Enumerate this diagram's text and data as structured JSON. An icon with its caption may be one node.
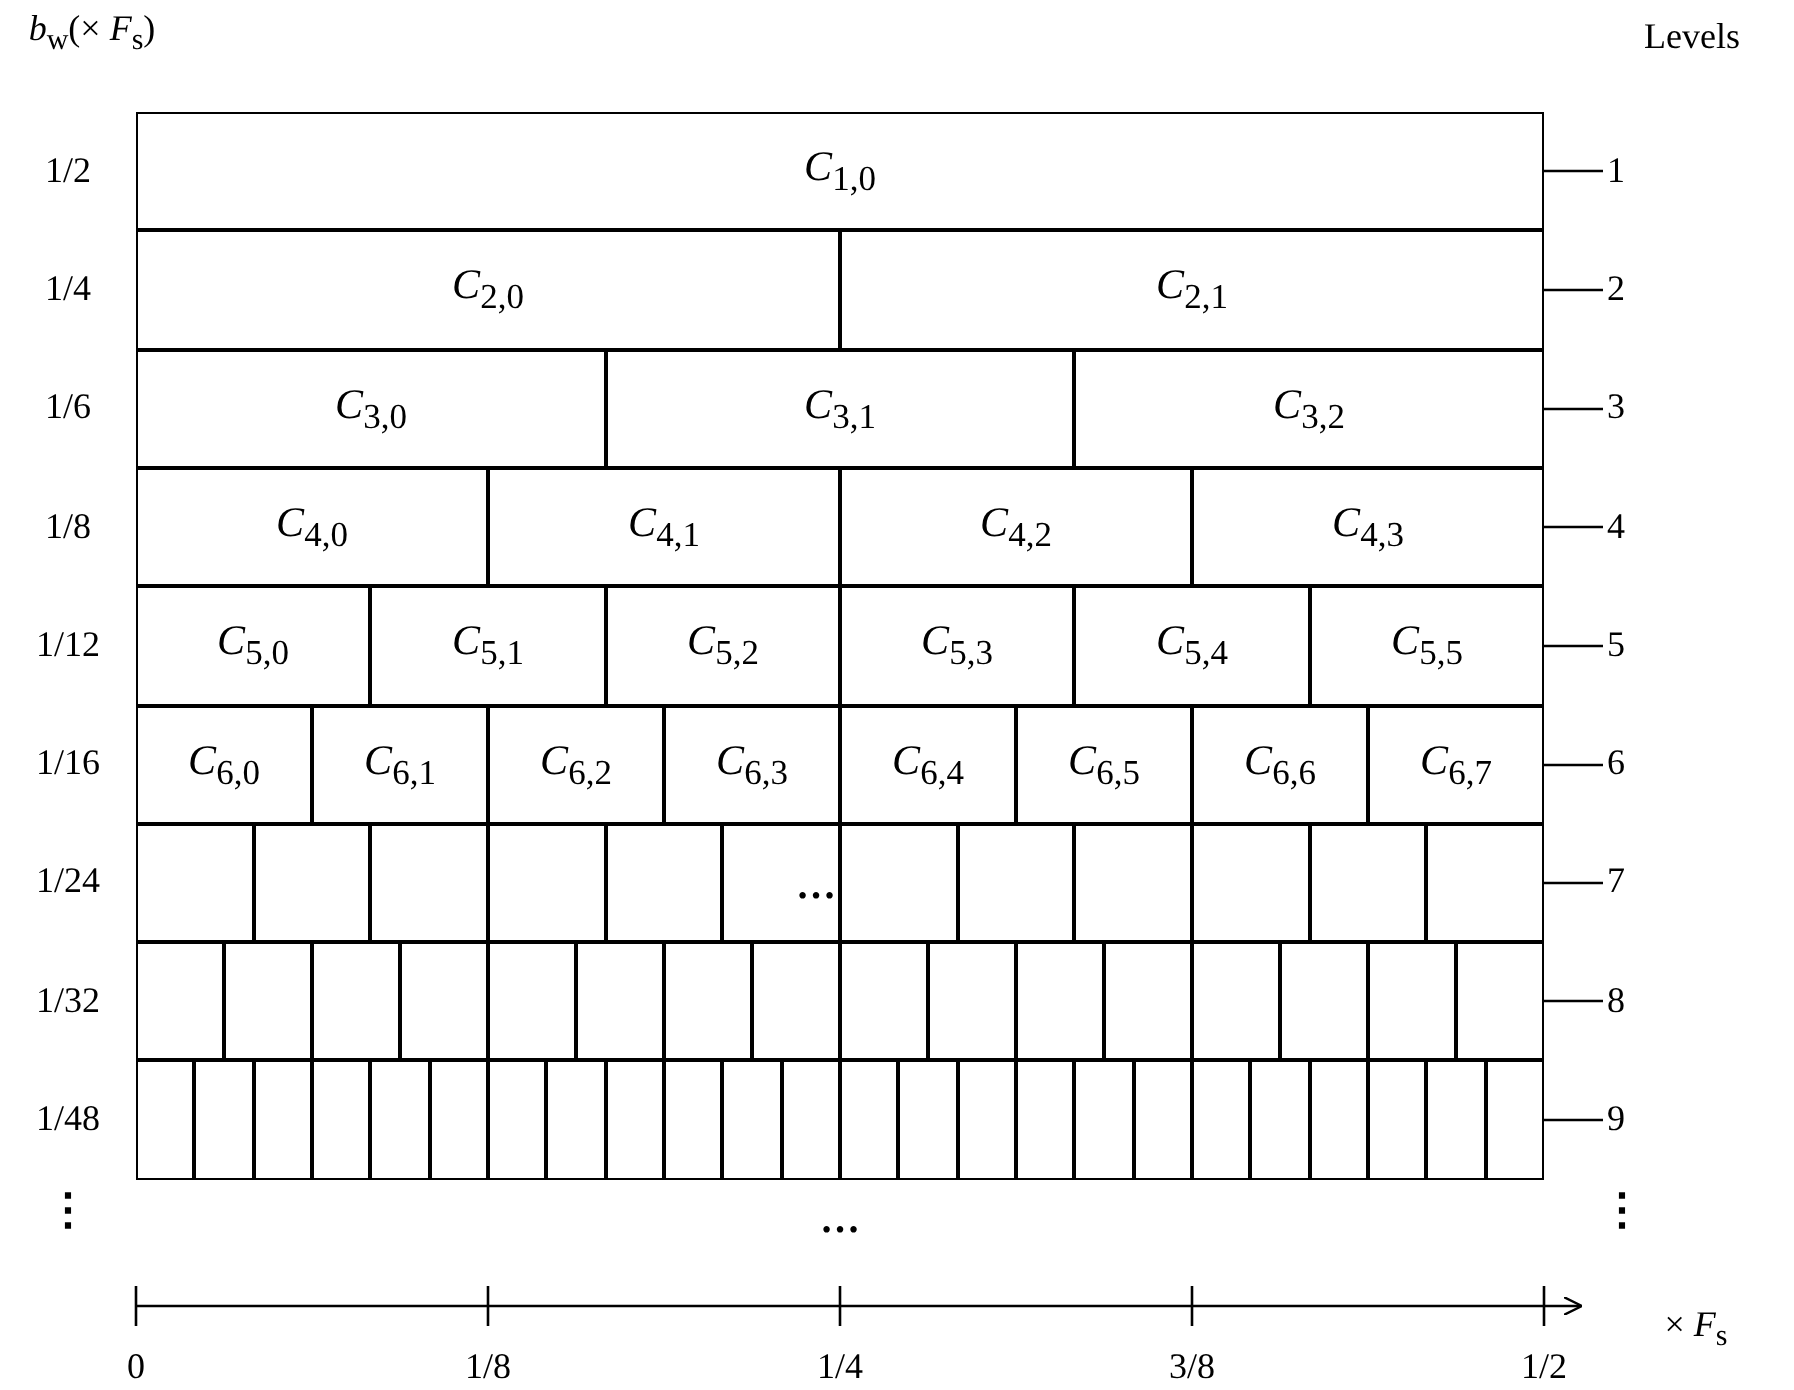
{
  "diagram": {
    "nodes": [
      {
        "text": [
          "*C*$_{1,0}$"
        ]
      },
      {
        "text": [
          "*C*$_{2,0}$"
        ]
      },
      {
        "text": [
          "*C*$_{2,1}$"
        ]
      },
      {
        "text": [
          "*C*$_{3,0}$"
        ]
      },
      {
        "text": [
          "*C*$_{3,1}$"
        ]
      },
      {
        "text": [
          "*C*$_{3,2}$"
        ]
      },
      {
        "text": [
          "*C*$_{4,0}$"
        ]
      },
      {
        "text": [
          "*C*$_{4,1}$"
        ]
      },
      {
        "text": [
          "*C*$_{4,2}$"
        ]
      },
      {
        "text": [
          "*C*$_{4,3}$"
        ]
      },
      {
        "text": [
          "*C*$_{5,0}$"
        ]
      },
      {
        "text": [
          "*C*$_{5,1}$"
        ]
      },
      {
        "text": [
          "*C*$_{5,2}$"
        ]
      },
      {
        "text": [
          "*C*$_{5,3}$"
        ]
      },
      {
        "text": [
          "*C*$_{5,4}$"
        ]
      },
      {
        "text": [
          "*C*$_{5,5}$"
        ]
      },
      {
        "text": [
          "*C*$_{6,0}$"
        ]
      },
      {
        "text": [
          "*C*$_{6,1}$"
        ]
      },
      {
        "text": [
          "*C*$_{6,2}$"
        ]
      },
      {
        "text": [
          "*C*$_{6,3}$"
        ]
      },
      {
        "text": [
          "*C*$_{6,4}$"
        ]
      },
      {
        "text": [
          "*C*$_{6,5}$"
        ]
      },
      {
        "text": [
          "*C*$_{6,6}$"
        ]
      },
      {
        "text": [
          "*C*$_{6,7}$"
        ]
      },
      {
        "text": [],
        "shape": "box"
      },
      {
        "text": [],
        "shape": "box"
      },
      {
        "text": [],
        "shape": "box"
      },
      {
        "text": [],
        "shape": "box"
      },
      {
        "text": [],
        "shape": "box"
      },
      {
        "text": [],
        "shape": "box"
      },
      {
        "text": [],
        "shape": "box"
      },
      {
        "text": [],
        "shape": "box"
      },
      {
        "text": [],
        "shape": "box"
      },
      {
        "text": [],
        "shape": "box"
      },
      {
        "text": [],
        "shape": "box"
      },
      {
        "text": [],
        "shape": "box"
      },
      {
        "text": [],
        "shape": "box"
      },
      {
        "text": [],
        "shape": "box"
      },
      {
        "text": [],
        "shape": "box"
      },
      {
        "text": [],
        "shape": "box"
      },
      {
        "text": [],
        "shape": "box"
      },
      {
        "text": [],
        "shape": "box"
      },
      {
        "text": [],
        "shape": "box"
      },
      {
        "text": [],
        "shape": "box"
      },
      {
        "text": [],
        "shape": "box"
      },
      {
        "text": [],
        "shape": "box"
      },
      {
        "text": [],
        "shape": "box"
      },
      {
        "text": [],
        "shape": "box"
      },
      {
        "text": [],
        "shape": "box"
      },
      {
        "text": [],
        "shape": "box"
      },
      {
        "text": [],
        "shape": "box"
      },
      {
        "text": [],
        "shape": "box"
      },
      {
        "text": [],
        "shape": "box"
      },
      {
        "text": [],
        "shape": "box"
      },
      {
        "text": [],
        "shape": "box"
      },
      {
        "text": [],
        "shape": "box"
      },
      {
        "text": [],
        "shape": "box"
      },
      {
        "text": [],
        "shape": "box"
      },
      {
        "text": [],
        "shape": "box"
      },
      {
        "text": [],
        "shape": "box"
      },
      {
        "text": [],
        "shape": "box"
      },
      {
        "text": [],
        "shape": "box"
      },
      {
        "text": [],
        "shape": "box"
      },
      {
        "text": [],
        "shape": "box"
      },
      {
        "text": [],
        "shape": "box"
      },
      {
        "text": [],
        "shape": "box"
      },
      {
        "text": [],
        "shape": "box"
      },
      {
        "text": [],
        "shape": "box"
      },
      {
        "text": [],
        "shape": "box"
      },
      {
        "text": [],
        "shape": "box"
      },
      {
        "text": [],
        "shape": "box"
      },
      {
        "text": [],
        "shape": "box"
      },
      {
        "text": [],
        "shape": "box"
      },
      {
        "text": [],
        "shape": "box"
      },
      {
        "text": [],
        "shape": "box"
      },
      {
        "text": [],
        "shape": "box"
      },
      {
        "text": [
          "1"
        ]
      },
      {
        "text": [
          "2"
        ]
      },
      {
        "text": [
          "3"
        ]
      },
      {
        "text": [
          "4"
        ]
      },
      {
        "text": [
          "5"
        ]
      },
      {
        "text": [
          "6"
        ]
      },
      {
        "text": [
          "7"
        ]
      },
      {
        "text": [
          "8"
        ]
      },
      {
        "text": [
          "9"
        ]
      }
    ],
    "edges": [
      {
        "from": 76,
        "to": 0,
        "arrow": "none"
      },
      {
        "from": 77,
        "to": 2,
        "arrow": "none"
      },
      {
        "from": 78,
        "to": 5,
        "arrow": "none"
      },
      {
        "from": 79,
        "to": 9,
        "arrow": "none"
      },
      {
        "from": 80,
        "to": 15,
        "arrow": "none"
      },
      {
        "from": 81,
        "to": 23,
        "arrow": "none"
      },
      {
        "from": 82,
        "to": 35,
        "arrow": "none"
      },
      {
        "from": 83,
        "to": 51,
        "arrow": "none"
      },
      {
        "from": 84,
        "to": 75,
        "arrow": "none"
      }
    ],
    "labels": [
      "*b*$_{w}$(× *F*$_{s}$)",
      "Levels",
      "1/2",
      "1/4",
      "1/6",
      "1/8",
      "1/12",
      "1/16",
      "1/24",
      "…",
      "1/32",
      "1/48",
      "⋮",
      "…",
      "⋮",
      "0",
      "1/8",
      "1/4",
      "3/8",
      "1/2",
      "× *F*$_{s}$"
    ]
  }
}
